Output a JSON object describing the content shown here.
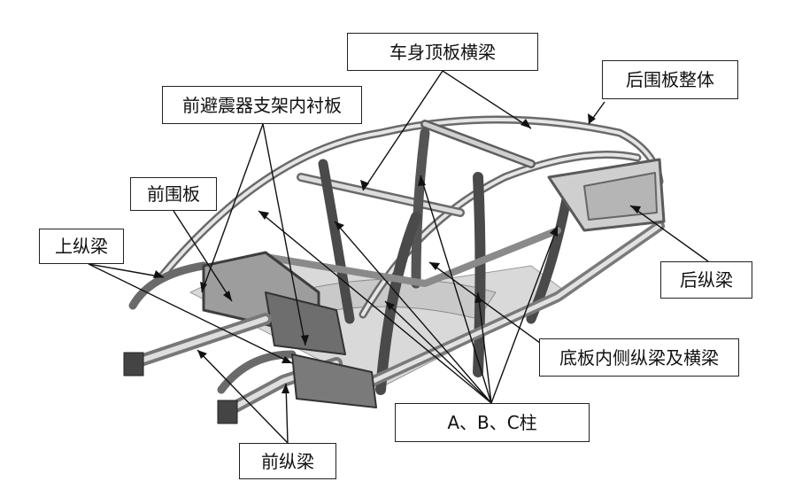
{
  "labels": {
    "roof_crossbeam": "车身顶板横梁",
    "rear_panel": "后围板整体",
    "front_shock_tower": "前避震器支架内衬板",
    "front_panel": "前围板",
    "upper_rail": "上纵梁",
    "rear_rail": "后纵梁",
    "floor_rails": "底板内侧纵梁及横梁",
    "pillars": "A、B、C柱",
    "front_rail": "前纵梁"
  }
}
